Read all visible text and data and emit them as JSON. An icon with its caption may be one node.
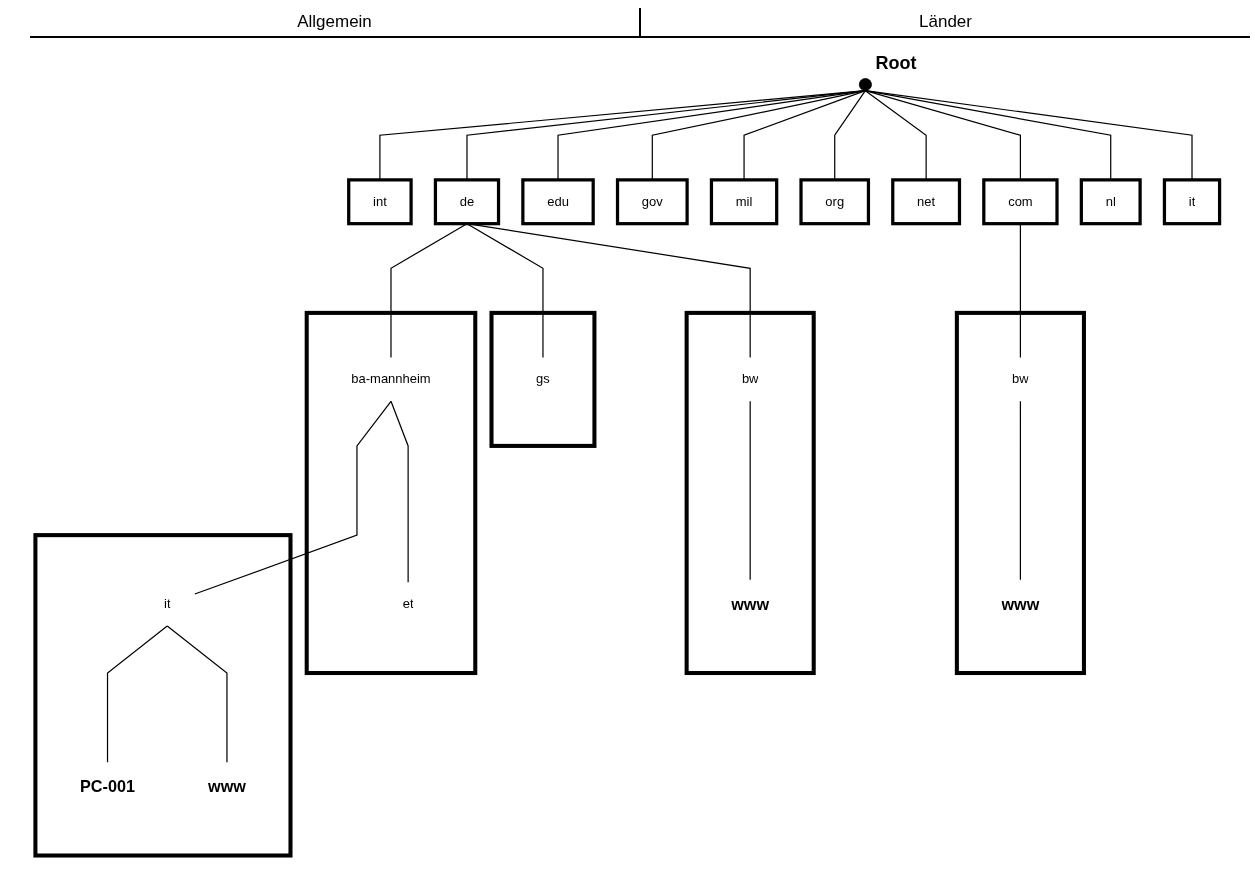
{
  "diagram": {
    "nodes": [
      {
        "text": [],
        "shape": "circle",
        "beside": [
          "Root"
        ]
      },
      {
        "text": [
          "int"
        ]
      },
      {
        "text": [
          "com"
        ]
      },
      {
        "text": [
          "edu"
        ]
      },
      {
        "text": [
          "gov"
        ]
      },
      {
        "text": [
          "mil"
        ]
      },
      {
        "text": [
          "org"
        ]
      },
      {
        "text": [
          "net"
        ]
      },
      {
        "text": [
          "de"
        ]
      },
      {
        "text": [
          "nl"
        ]
      },
      {
        "text": [
          "it"
        ]
      },
      {
        "text": [],
        "shape": "box"
      },
      {
        "text": [
          "bw"
        ],
        "in": 11
      },
      {
        "text": [
          "www"
        ],
        "in": 11
      },
      {
        "text": [],
        "shape": "box"
      },
      {
        "text": [
          "bw"
        ],
        "in": 14
      },
      {
        "text": [
          "www"
        ],
        "in": 14
      },
      {
        "text": [],
        "shape": "box"
      },
      {
        "text": [
          "gs"
        ],
        "in": 17
      },
      {
        "text": [],
        "shape": "box"
      },
      {
        "text": [
          "ba-mannheim"
        ],
        "in": 19
      },
      {
        "text": [
          "et"
        ],
        "in": 19
      },
      {
        "text": [],
        "shape": "box"
      },
      {
        "text": [
          "it"
        ],
        "in": 22
      },
      {
        "text": [
          "PC-001"
        ],
        "in": 22
      },
      {
        "text": [
          "www"
        ],
        "in": 22
      }
    ],
    "edges": [
      {
        "from": 0,
        "to": 1,
        "arrow": "none"
      },
      {
        "from": 0,
        "to": 2,
        "arrow": "none"
      },
      {
        "from": 0,
        "to": 3,
        "arrow": "none"
      },
      {
        "from": 0,
        "to": 4,
        "arrow": "none"
      },
      {
        "from": 0,
        "to": 5,
        "arrow": "none"
      },
      {
        "from": 0,
        "to": 6,
        "arrow": "none"
      },
      {
        "from": 0,
        "to": 7,
        "arrow": "none"
      },
      {
        "from": 0,
        "to": 8,
        "arrow": "none"
      },
      {
        "from": 0,
        "to": 9,
        "arrow": "none"
      },
      {
        "from": 0,
        "to": 10,
        "arrow": "none"
      },
      {
        "from": 2,
        "to": 12,
        "arrow": "none"
      },
      {
        "from": 12,
        "to": 13,
        "arrow": "none"
      },
      {
        "from": 8,
        "to": 15,
        "arrow": "none"
      },
      {
        "from": 15,
        "to": 16,
        "arrow": "none"
      },
      {
        "from": 8,
        "to": 18,
        "arrow": "none"
      },
      {
        "from": 8,
        "to": 20,
        "arrow": "none"
      },
      {
        "from": 20,
        "to": 21,
        "arrow": "none"
      },
      {
        "from": 20,
        "to": 23,
        "arrow": "none"
      },
      {
        "from": 23,
        "to": 24,
        "arrow": "none"
      },
      {
        "from": 23,
        "to": 25,
        "arrow": "none"
      }
    ],
    "labels": [
      "Allgemein",
      "Länder"
    ]
  }
}
